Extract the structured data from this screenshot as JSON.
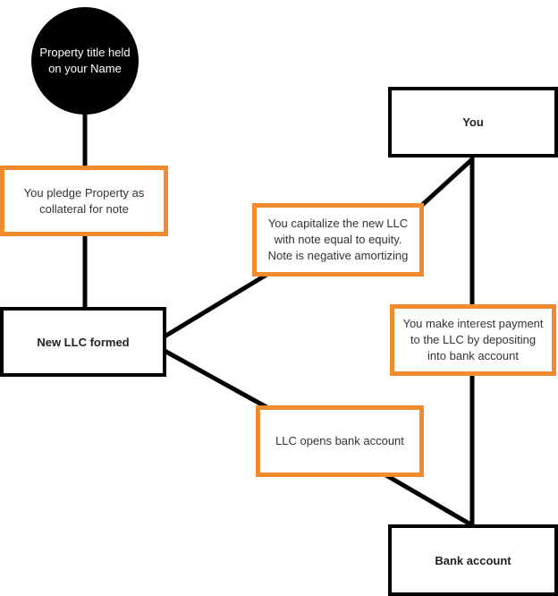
{
  "colors": {
    "accent": "#f28a2e",
    "primary": "#000000",
    "background": "#ffffff"
  },
  "nodes": {
    "property_title": "Property title held on your Name",
    "pledge": "You pledge Property as collateral for note",
    "new_llc": "New LLC formed",
    "capitalize": "You capitalize the new LLC with note equal to equity. Note is negative amortizing",
    "bank_opens": "LLC opens bank account",
    "you": "You",
    "interest_payment": "You make interest payment to the LLC by depositing into bank account",
    "bank_account": "Bank account"
  }
}
